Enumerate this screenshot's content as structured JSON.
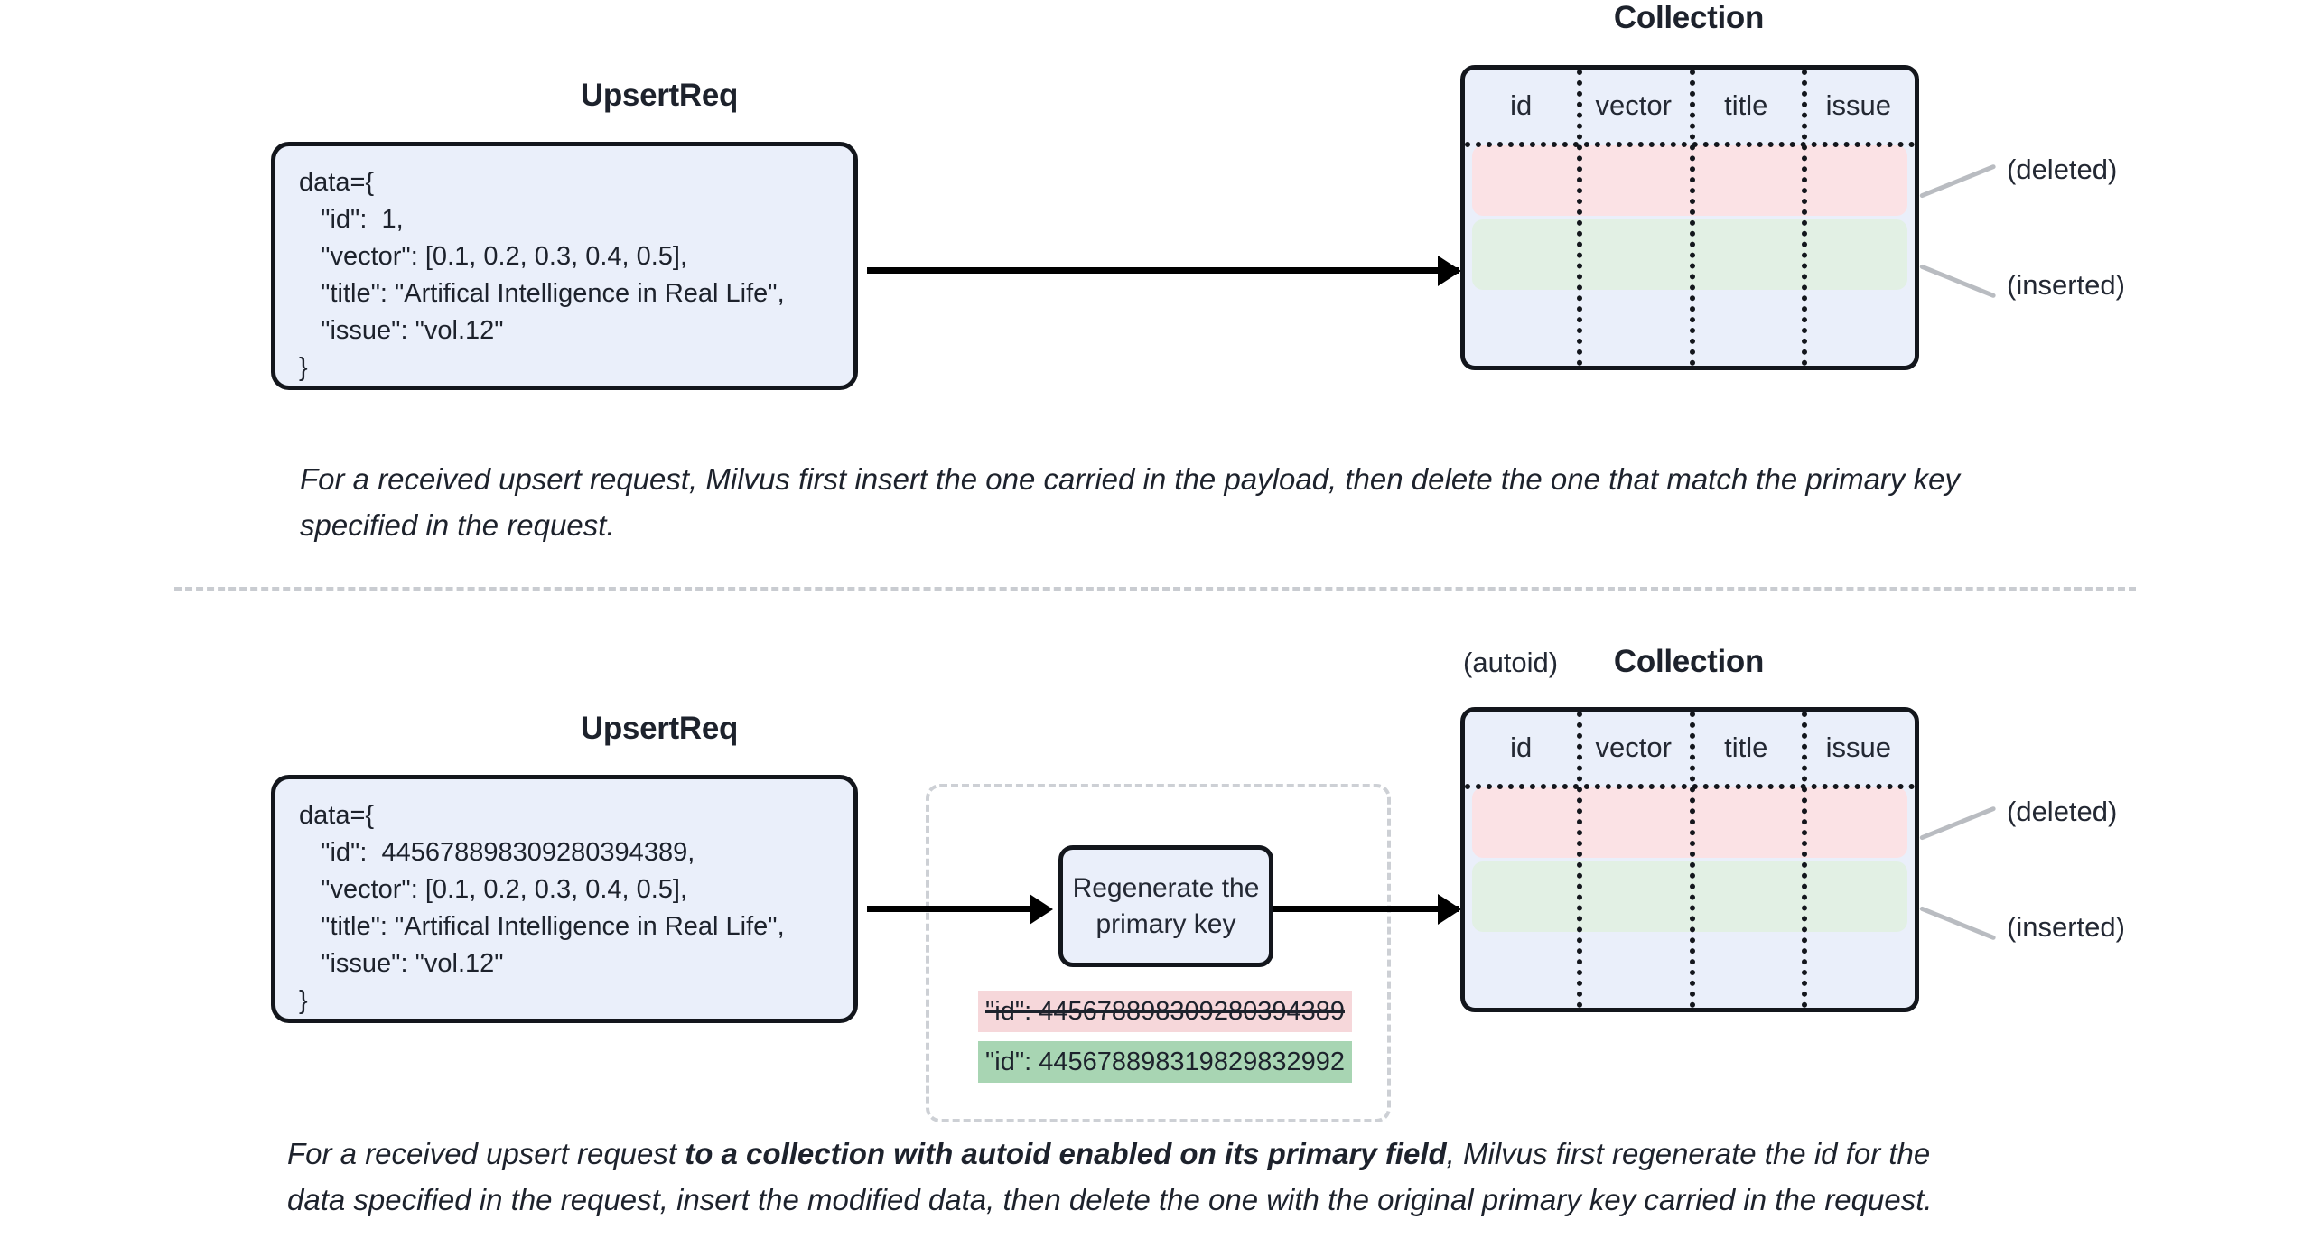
{
  "sections": {
    "top": {
      "request_title": "UpsertReq",
      "collection_title": "Collection",
      "code_lines": [
        "data={",
        "   \"id\":  1,",
        "   \"vector\": [0.1, 0.2, 0.3, 0.4, 0.5],",
        "   \"title\": \"Artifical Intelligence in Real Life\",",
        "   \"issue\": \"vol.12\"",
        "}"
      ],
      "columns": [
        "id",
        "vector",
        "title",
        "issue"
      ],
      "annotations": {
        "deleted": "(deleted)",
        "inserted": "(inserted)"
      },
      "caption": "For a received upsert request, Milvus first insert the one carried in the payload, then delete the one that match the primary key specified in the request."
    },
    "bottom": {
      "request_title": "UpsertReq",
      "collection_title": "Collection",
      "autoid_label": "(autoid)",
      "code_lines": [
        "data={",
        "   \"id\":  445678898309280394389,",
        "   \"vector\": [0.1, 0.2, 0.3, 0.4, 0.5],",
        "   \"title\": \"Artifical Intelligence in Real Life\",",
        "   \"issue\": \"vol.12\"",
        "}"
      ],
      "process_box": "Regenerate the\nprimary key",
      "process_box_line1": "Regenerate the",
      "process_box_line2": "primary key",
      "old_id_chip": "\"id\": 445678898309280394389",
      "new_id_chip": "\"id\": 445678898319829832992",
      "columns": [
        "id",
        "vector",
        "title",
        "issue"
      ],
      "annotations": {
        "deleted": "(deleted)",
        "inserted": "(inserted)"
      },
      "caption_part1": "For a received upsert request ",
      "caption_bold": "to a collection with autoid enabled on its primary field",
      "caption_part2": ", Milvus first regenerate the id for the data specified in the request, insert the modified data, then delete the one with the original primary key carried in the request."
    }
  },
  "colors": {
    "box_fill": "#eaeffa",
    "box_border": "#13161c",
    "deleted_row": "#fbe2e5",
    "inserted_row": "#e2f0e4",
    "old_chip": "#f6d7da",
    "new_chip": "#a8d5b3",
    "leader": "#b9bcc1",
    "divider": "#c9ccd1"
  }
}
